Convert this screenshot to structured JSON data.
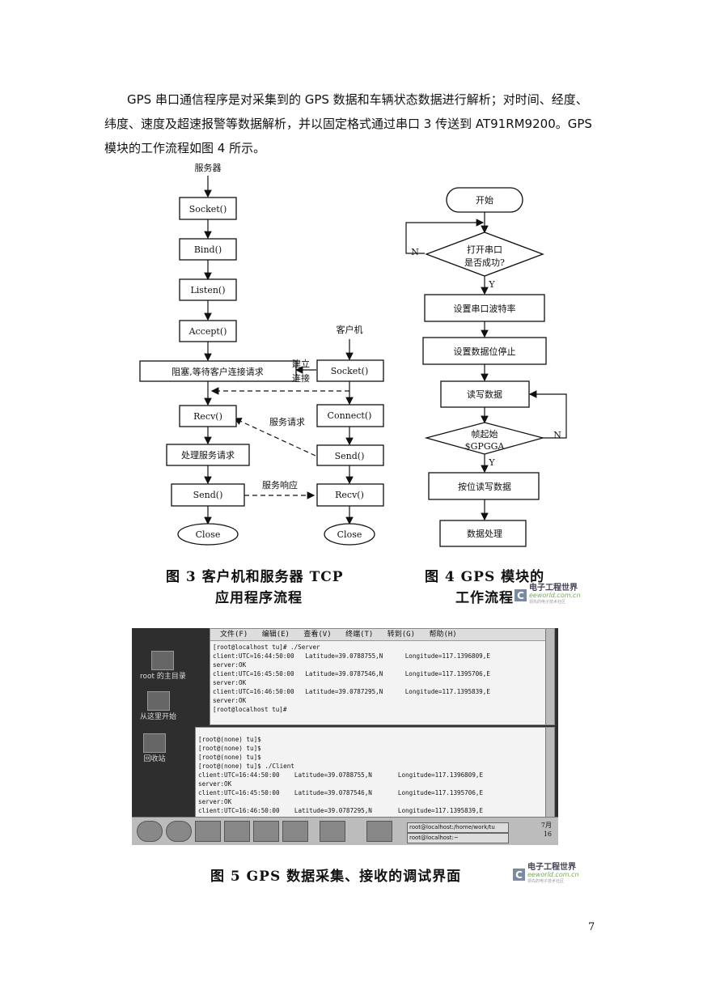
{
  "paragraph": "GPS 串口通信程序是对采集到的 GPS 数据和车辆状态数据进行解析；对时间、经度、纬度、速度及超速报警等数据解析，并以固定格式通过串口 3 传送到 AT91RM9200。GPS 模块的工作流程如图 4 所示。",
  "fig3": {
    "server_label": "服务器",
    "client_label": "客户机",
    "socket": "Socket()",
    "bind": "Bind()",
    "listen": "Listen()",
    "accept": "Accept()",
    "block": "阻塞,等待客户连接请求",
    "recv": "Recv()",
    "process": "处理服务请求",
    "send": "Send()",
    "close": "Close",
    "c_socket": "Socket()",
    "c_connect": "Connect()",
    "c_send": "Send()",
    "c_recv": "Recv()",
    "c_close": "Close",
    "establish_1": "建立",
    "establish_2": "连接",
    "service_request": "服务请求",
    "service_response": "服务响应",
    "caption_1": "图 3   客户机和服务器 TCP",
    "caption_2": "应用程序流程"
  },
  "fig4": {
    "start": "开始",
    "open_port_1": "打开串口",
    "open_port_2": "是否成功?",
    "n1": "N",
    "y1": "Y",
    "set_baud": "设置串口波特率",
    "set_bits": "设置数据位停止",
    "read_write": "读写数据",
    "frame_1": "帧起始",
    "frame_2": "$GPGGA",
    "n2": "N",
    "y2": "Y",
    "bitwise": "按位读写数据",
    "process": "数据处理",
    "caption_1": "图 4   GPS 模块的",
    "caption_2": "工作流程"
  },
  "logo": {
    "mark": "C",
    "line1": "电子工程世界",
    "line2": "eeworld.com.cn",
    "line3": "领先的电子技术社区"
  },
  "fig5": {
    "menu": [
      "文件(F)",
      "编辑(E)",
      "查看(V)",
      "终端(T)",
      "转到(G)",
      "帮助(H)"
    ],
    "server_lines": [
      "[root@localhost tu]# ./Server",
      "client:UTC=16:44:50:00   Latitude=39.0788755,N      Longitude=117.1396809,E",
      "server:OK",
      "client:UTC=16:45:50:00   Latitude=39.0787546,N      Longitude=117.1395706,E",
      "server:OK",
      "client:UTC=16:46:50:00   Latitude=39.0787295,N      Longitude=117.1395839,E",
      "server:OK",
      "",
      "[root@localhost tu]#"
    ],
    "client_lines": [
      "[root@(none) tu]$",
      "[root@(none) tu]$",
      "[root@(none) tu]$",
      "[root@(none) tu]$ ./Client",
      "client:UTC=16:44:50:00    Latitude=39.0788755,N       Longitude=117.1396809,E",
      "server:OK",
      "client:UTC=16:45:50:00    Latitude=39.0787546,N       Longitude=117.1395706,E",
      "server:OK",
      "client:UTC=16:46:50:00    Latitude=39.0787295,N       Longitude=117.1395839,E"
    ],
    "desk_icons": [
      "root 的主目录",
      "从这里开始",
      "回收站"
    ],
    "task1": "root@localhost:/home/work/tu",
    "task2": "root@localhost:~",
    "clock_1": "7月",
    "clock_2": "16",
    "caption": "图 5    GPS 数据采集、接收的调试界面"
  },
  "page_number": "7"
}
